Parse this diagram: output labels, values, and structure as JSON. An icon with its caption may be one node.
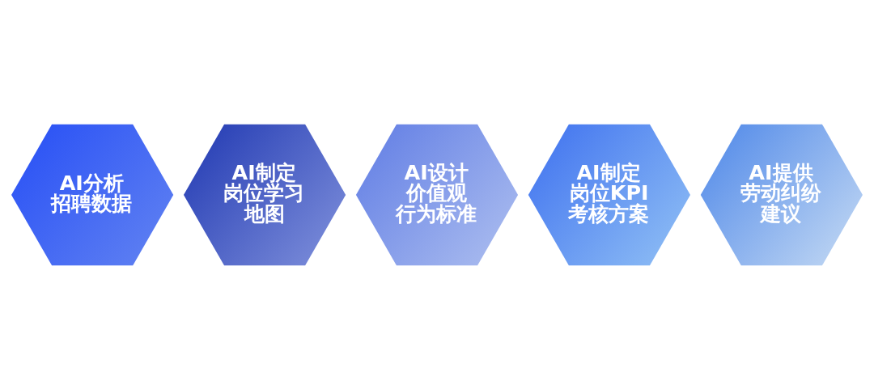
{
  "diagram": {
    "nodes": [
      {
        "text": [
          "AI分析招聘数据"
        ]
      },
      {
        "text": [
          "AI制定岗位学习地图"
        ]
      },
      {
        "text": [
          "AI设计价值观行为标准"
        ]
      },
      {
        "text": [
          "AI制定岗位KPI考核方案"
        ]
      },
      {
        "text": [
          "AI提供劳动纠纷建议"
        ]
      }
    ],
    "edges": []
  }
}
